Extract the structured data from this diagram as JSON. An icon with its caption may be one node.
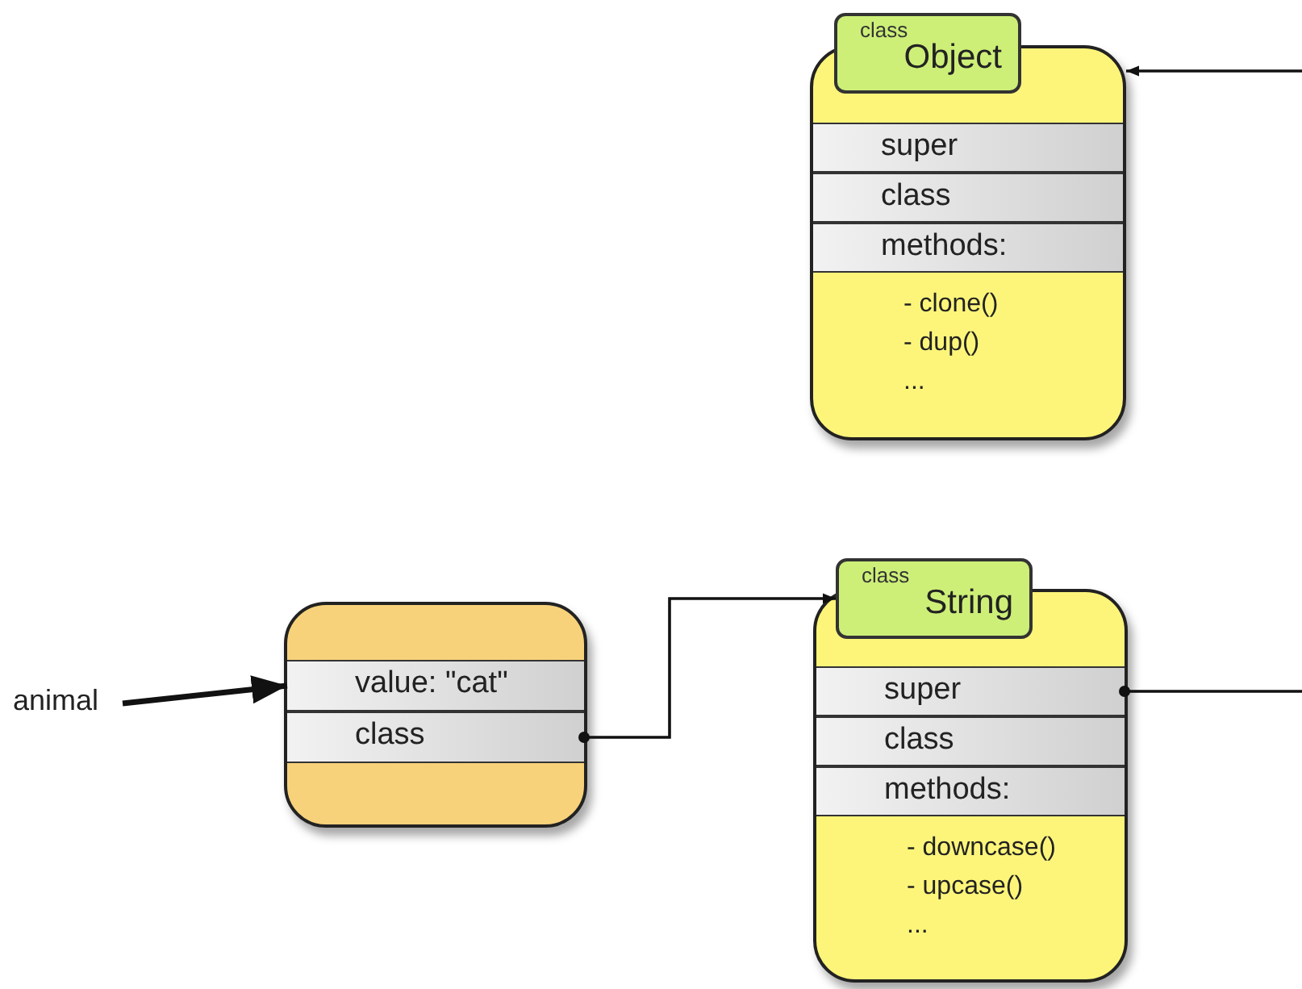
{
  "diagram": {
    "nodes": [
      {
        "text": [
          "- clone()",
          "- dup()",
          "..."
        ]
      },
      {
        "text": [
          "class",
          "Object"
        ]
      },
      {
        "text": [
          "super"
        ],
        "in": 0
      },
      {
        "text": [
          "class"
        ],
        "in": 0
      },
      {
        "text": [
          "methods:"
        ],
        "in": 0
      },
      {
        "text": [
          "animal"
        ]
      },
      {
        "text": [],
        "shape": "box"
      },
      {
        "text": [
          "value: \"cat\""
        ],
        "in": 6
      },
      {
        "text": [
          "class"
        ],
        "in": 6
      },
      {
        "text": [
          "- downcase()",
          "- upcase()",
          "..."
        ]
      },
      {
        "text": [
          "class",
          "String"
        ]
      },
      {
        "text": [
          "super"
        ],
        "in": 9
      },
      {
        "text": [
          "class"
        ],
        "in": 9
      },
      {
        "text": [
          "methods:"
        ],
        "in": 9
      }
    ],
    "edges": [
      {
        "from": null,
        "to": 0,
        "arrow": "to"
      },
      {
        "from": 5,
        "to": 7,
        "arrow": "to",
        "style": "thick"
      },
      {
        "from": 8,
        "to": 10,
        "arrow": "to"
      },
      {
        "from": 11,
        "to": null,
        "arrow": "other"
      }
    ]
  }
}
